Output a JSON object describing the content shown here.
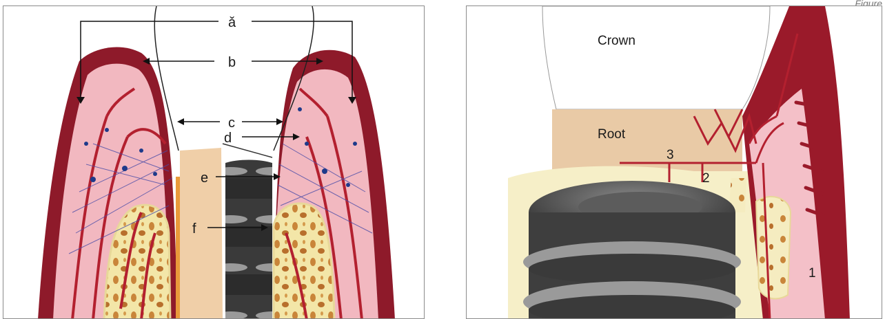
{
  "caption": "Figure",
  "left_labels": {
    "a": "ǎ",
    "b": "b",
    "c": "c",
    "d": "d",
    "e": "e",
    "f": "f"
  },
  "right_labels": {
    "crown": "Crown",
    "root": "Root",
    "n1": "1",
    "n2": "2",
    "n3": "3"
  }
}
